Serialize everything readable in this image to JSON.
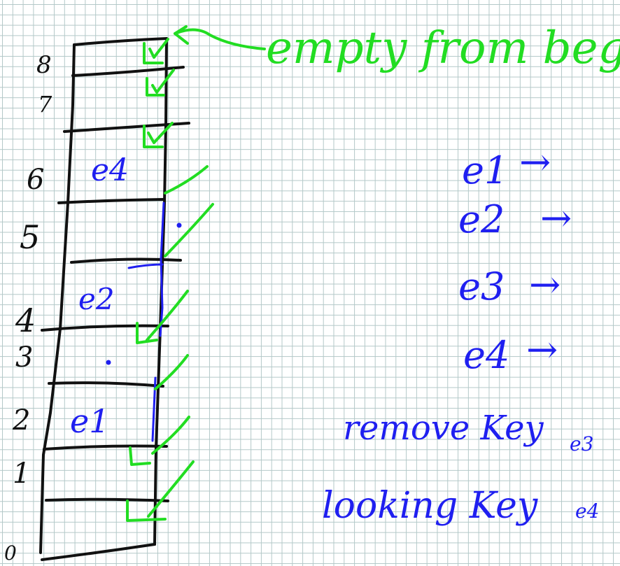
{
  "colors": {
    "ink_black": "#111111",
    "ink_blue": "#1f1ff0",
    "ink_green": "#22dd22",
    "grid": "#b3c8c8",
    "background": "#ffffff"
  },
  "array": {
    "index_labels": [
      "8",
      "7",
      "6",
      "5",
      "4",
      "3",
      "2",
      "1",
      "0"
    ],
    "cell_contents": {
      "slot_6": "e4",
      "slot_4": "e2",
      "slot_2": "e1"
    }
  },
  "annotation": {
    "green_note": "empty from beginning"
  },
  "right_list": {
    "items": [
      {
        "label": "e1",
        "arrow": "→"
      },
      {
        "label": "e2",
        "arrow": "→"
      },
      {
        "label": "e3",
        "arrow": "→"
      },
      {
        "label": "e4",
        "arrow": "→"
      }
    ]
  },
  "operations": {
    "remove": {
      "text": "remove Key",
      "subscript": "e3"
    },
    "lookup": {
      "text": "looking Key",
      "subscript": "e4"
    }
  },
  "icons": {
    "green_mark": "check-mark-icon",
    "corner_box": "corner-box-icon"
  }
}
